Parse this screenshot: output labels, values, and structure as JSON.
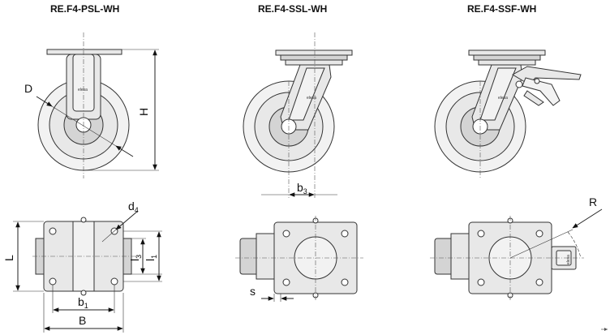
{
  "titles": {
    "psl": "RE.F4-PSL-WH",
    "ssl": "RE.F4-SSL-WH",
    "ssf": "RE.F4-SSF-WH"
  },
  "dimensions": {
    "D": "D",
    "H": "H",
    "b3": {
      "base": "b",
      "sub": "3"
    },
    "d4": {
      "base": "d",
      "sub": "4"
    },
    "L": "L",
    "l3": {
      "base": "l",
      "sub": "3"
    },
    "l1": {
      "base": "l",
      "sub": "1"
    },
    "b1": {
      "base": "b",
      "sub": "1"
    },
    "B": "B",
    "s": "s",
    "R": "R"
  },
  "brand_label": "elesa",
  "icons": [
    "arrow-right-icon"
  ]
}
